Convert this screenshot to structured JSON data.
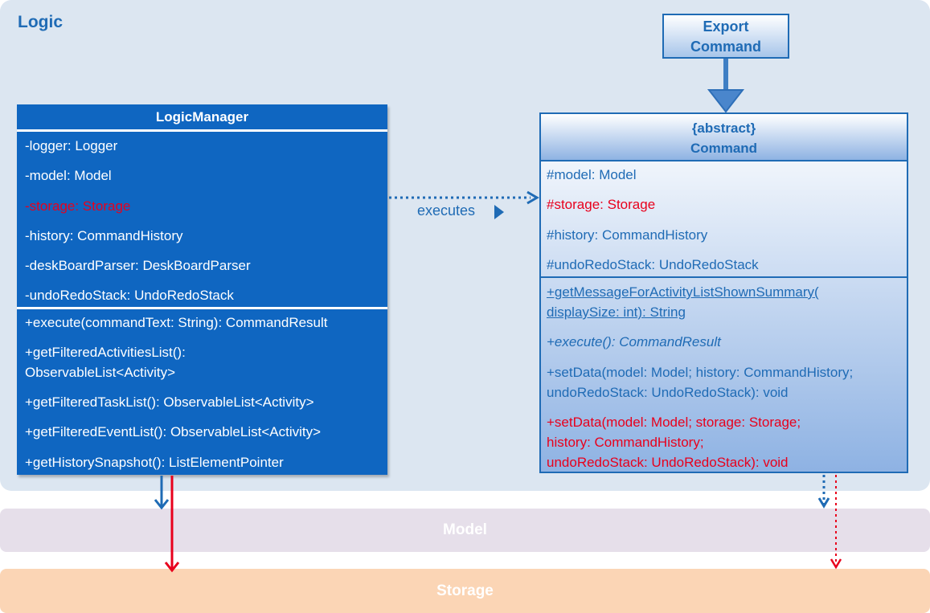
{
  "logic": {
    "label": "Logic"
  },
  "model_band": {
    "label": "Model"
  },
  "storage_band": {
    "label": "Storage"
  },
  "logic_manager": {
    "title": "LogicManager",
    "attributes": [
      "-logger: Logger",
      "-model: Model",
      "-storage: Storage",
      "-history: CommandHistory",
      "-deskBoardParser: DeskBoardParser",
      "-undoRedoStack: UndoRedoStack"
    ],
    "methods": [
      "+execute(commandText: String): CommandResult",
      "+getFilteredActivitiesList():",
      "ObservableList<Activity>",
      "+getFilteredTaskList(): ObservableList<Activity>",
      "+getFilteredEventList(): ObservableList<Activity>",
      "+getHistorySnapshot(): ListElementPointer"
    ]
  },
  "export_command": {
    "line1": "Export",
    "line2": "Command"
  },
  "command": {
    "stereotype": "{abstract}",
    "title": "Command",
    "attributes": [
      "#model: Model",
      "#storage: Storage",
      "#history: CommandHistory",
      "#undoRedoStack: UndoRedoStack"
    ],
    "methods": [
      "+getMessageForActivityListShownSummary(",
      "displaySize: int): String",
      "+execute(): CommandResult",
      "+setData(model: Model; history: CommandHistory;",
      "undoRedoStack: UndoRedoStack): void",
      "+setData(model: Model; storage: Storage;",
      "history: CommandHistory;",
      "undoRedoStack: UndoRedoStack): void"
    ]
  },
  "executes_label": "executes",
  "colors": {
    "blue": "#1f6bb5",
    "red": "#e8001c",
    "logic_bg": "#dce6f1",
    "model_bg": "#e6dfea",
    "storage_bg": "#fbd5b5"
  }
}
